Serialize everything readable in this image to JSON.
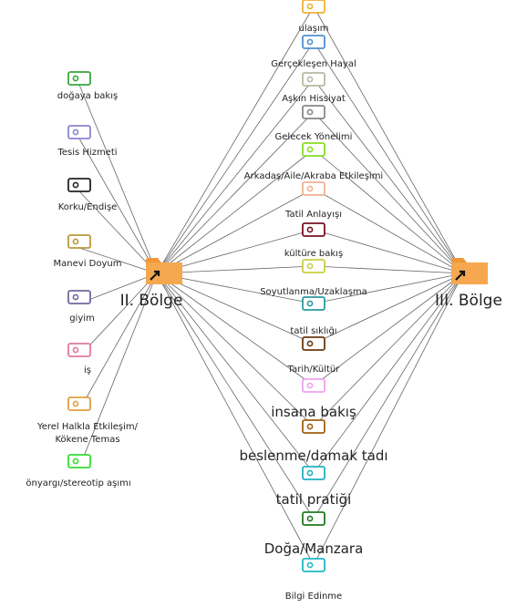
{
  "hubs": {
    "left": {
      "label": "II. Bölge"
    },
    "right": {
      "label": "III. Bölge"
    }
  },
  "left_codes": [
    {
      "label": "doğaya bakış",
      "color": "#3aa83a"
    },
    {
      "label": "Tesis Hizmeti",
      "color": "#8a86d0"
    },
    {
      "label": "Korku/Endişe",
      "color": "#222222"
    },
    {
      "label": "Manevi Doyum",
      "color": "#b89a3a"
    },
    {
      "label": "giyim",
      "color": "#6d6aa0"
    },
    {
      "label": "iş",
      "color": "#e07a9a"
    },
    {
      "label": "Yerel Halkla Etkileşim/ Kökene Temas",
      "color": "#e0a040"
    },
    {
      "label": "önyargı/stereotip aşımı",
      "color": "#33dd33"
    }
  ],
  "center_codes": [
    {
      "label": "",
      "color": "#f0b030"
    },
    {
      "label": "ulaşım",
      "color": "#5090d0"
    },
    {
      "label": "Gerçekleşen Hayal",
      "color": "#b9b9a0"
    },
    {
      "label": "Aşkın Hissiyat",
      "color": "#888888"
    },
    {
      "label": "Gelecek Yönelimi",
      "color": "#88dd22"
    },
    {
      "label": "Arkadaş/Aile/Akraba Etkileşimi",
      "color": "#f0b090"
    },
    {
      "label": "Tatil Anlayışı",
      "color": "#7a1020"
    },
    {
      "label": "kültüre bakış",
      "color": "#c8d040"
    },
    {
      "label": "Soyutlanma/Uzaklaşma",
      "color": "#2a9aa0"
    },
    {
      "label": "tatil sıklığı",
      "color": "#6a3a10"
    },
    {
      "label": "Tarih/Kültür",
      "color": "#f0a0f0"
    },
    {
      "label": "insana bakış",
      "color": "#a06010"
    },
    {
      "label": "beslenme/damak tadı",
      "color": "#20b0c0"
    },
    {
      "label": "tatil pratiği",
      "color": "#207a20"
    },
    {
      "label": "Doğa/Manzara",
      "color": "#20b8c8"
    },
    {
      "label": "Bilgi Edinme",
      "color": ""
    }
  ],
  "colors": {
    "folder": "#f0963a",
    "folder_tab": "#f5a84f",
    "connector": "#666666"
  },
  "icons": {
    "hub": "folder-shortcut-icon",
    "code": "code-tag-icon"
  }
}
